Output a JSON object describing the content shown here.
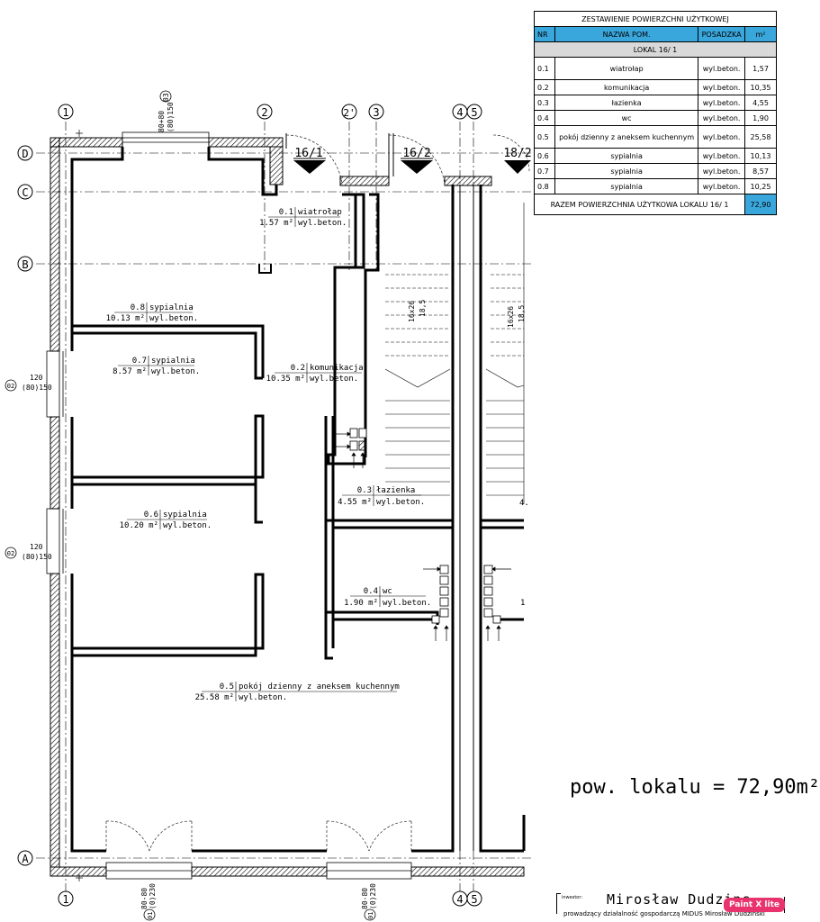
{
  "axes": {
    "cols": [
      "1",
      "2",
      "2'",
      "3",
      "4",
      "5"
    ],
    "rows": [
      "D",
      "C",
      "B",
      "A"
    ]
  },
  "units": [
    "16/1",
    "16/2",
    "18/2"
  ],
  "windows": {
    "top": [
      "80+80",
      "(80)150",
      "03"
    ],
    "left1": [
      "120",
      "(80)150",
      "02"
    ],
    "left2": [
      "120",
      "(80)150",
      "02"
    ],
    "bottom1": [
      "80-80",
      "(0)230",
      "01"
    ],
    "bottom2": [
      "80-80",
      "(0)230",
      "01"
    ]
  },
  "stairs": {
    "a": [
      "16x26",
      "18,5"
    ],
    "b": [
      "16x26",
      "18,5"
    ]
  },
  "rooms": [
    {
      "no": "0.1",
      "name": "wiatrołap",
      "area": "1.57 m²",
      "floor": "wyl.beton."
    },
    {
      "no": "0.8",
      "name": "sypialnia",
      "area": "10.13 m²",
      "floor": "wyl.beton."
    },
    {
      "no": "0.7",
      "name": "sypialnia",
      "area": "8.57 m²",
      "floor": "wyl.beton."
    },
    {
      "no": "0.2",
      "name": "komunikacja",
      "area": "10.35 m²",
      "floor": "wyl.beton."
    },
    {
      "no": "0.6",
      "name": "sypialnia",
      "area": "10.20 m²",
      "floor": "wyl.beton."
    },
    {
      "no": "0.3",
      "name": "łazienka",
      "area": "4.55 m²",
      "floor": "wyl.beton."
    },
    {
      "no": "0.4",
      "name": "wc",
      "area": "1.90 m²",
      "floor": "wyl.beton."
    },
    {
      "no": "0.5",
      "name": "pokój dzienny z aneksem kuchennym",
      "area": "25.58 m²",
      "floor": "wyl.beton."
    }
  ],
  "cutoff_label": "4.",
  "cutoff_label2": "1",
  "table": {
    "title": "ZESTAWIENIE POWIERZCHNI UŻYTKOWEJ",
    "headers": [
      "NR",
      "NAZWA POM.",
      "POSADZKA",
      "m²"
    ],
    "section": "LOKAL 16/ 1",
    "rows": [
      {
        "nr": "0.1",
        "name": "wiatrołap",
        "floor": "wyl.beton.",
        "area": "1,57"
      },
      {
        "nr": "0.2",
        "name": "komunikacja",
        "floor": "wyl.beton.",
        "area": "10,35"
      },
      {
        "nr": "0.3",
        "name": "łazienka",
        "floor": "wyl.beton.",
        "area": "4,55"
      },
      {
        "nr": "0.4",
        "name": "wc",
        "floor": "wyl.beton.",
        "area": "1,90"
      },
      {
        "nr": "0.5",
        "name": "pokój dzienny z aneksem kuchennym",
        "floor": "wyl.beton.",
        "area": "25,58"
      },
      {
        "nr": "0.6",
        "name": "sypialnia",
        "floor": "wyl.beton.",
        "area": "10,13"
      },
      {
        "nr": "0.7",
        "name": "sypialnia",
        "floor": "wyl.beton.",
        "area": "8,57"
      },
      {
        "nr": "0.8",
        "name": "sypialnia",
        "floor": "wyl.beton.",
        "area": "10,25"
      }
    ],
    "total_label": "RAZEM POWIERZCHNIA UŻYTKOWA LOKALU 16/ 1",
    "total_value": "72,90"
  },
  "area_total": "pow. lokalu = 72,90m²",
  "footer": {
    "investor_label": "inwestor:",
    "name": "Mirosław Dudzins",
    "sub": "prowadzący działalność gospodarczą MIDUS Mirosław Dudziński"
  },
  "badge": "Paint X lite",
  "colors": {
    "accent": "#3aa7dc",
    "badge": "#e8336e",
    "section": "#d9d9d9"
  }
}
